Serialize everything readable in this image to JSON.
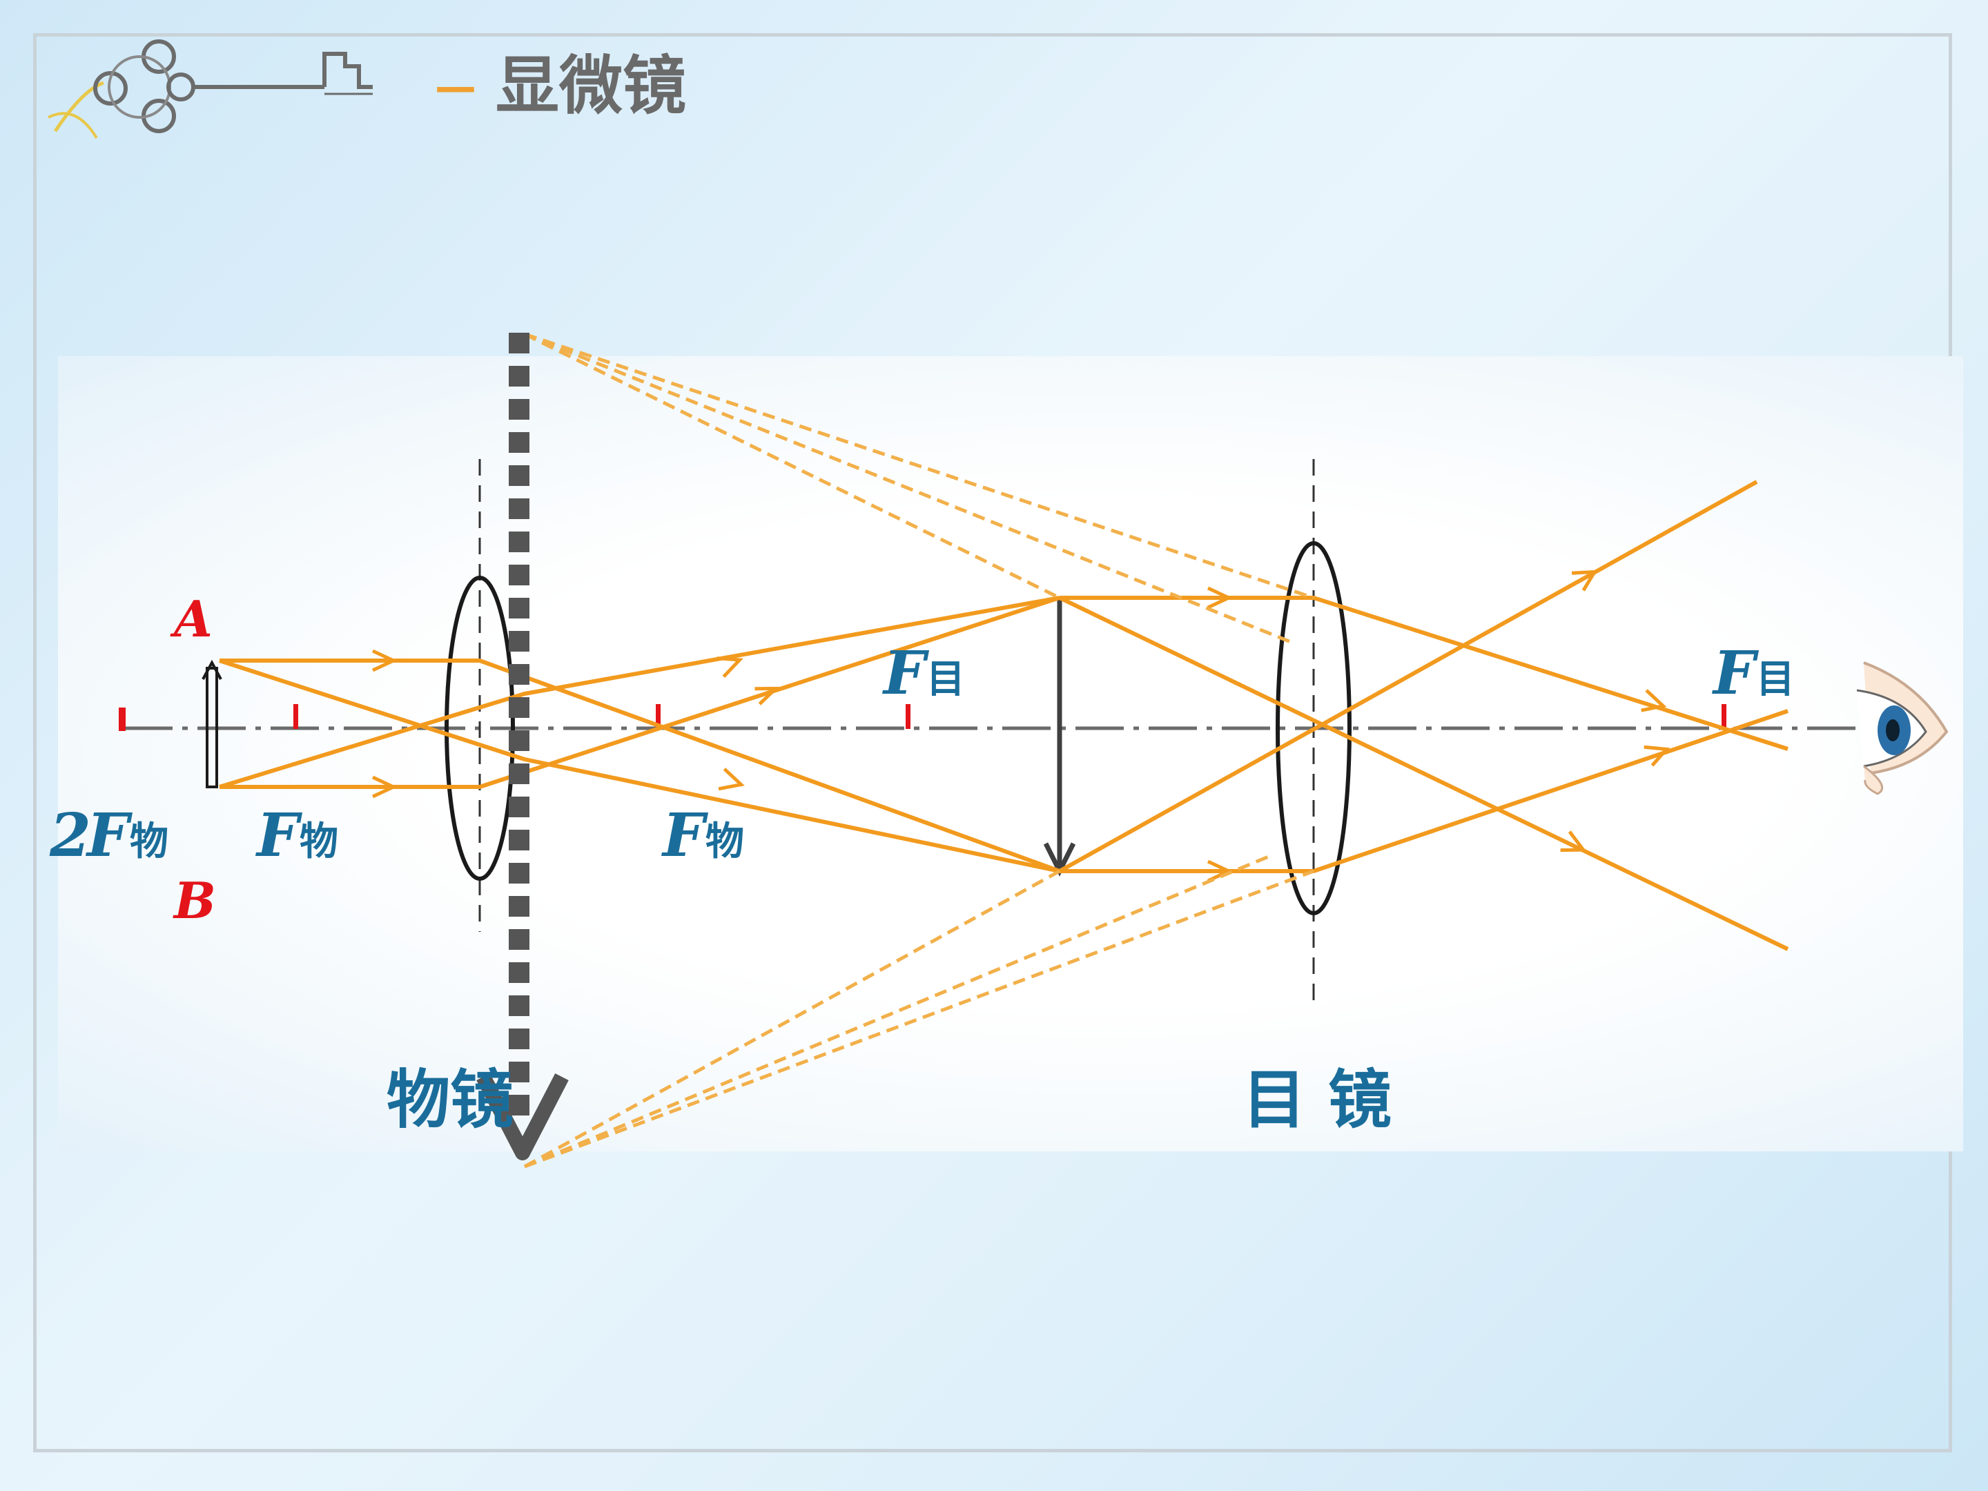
{
  "header": {
    "dash": "—",
    "title": "显微镜"
  },
  "labels": {
    "point_a": "A",
    "point_b": "B",
    "two_f_obj_prefix": "2",
    "f_letter": "F",
    "obj_sub": "物",
    "eye_sub": "目",
    "objective_lens": "物镜",
    "eyepiece_lens": "目 镜"
  },
  "colors": {
    "ray": "#f29a1e",
    "ray_dashed": "#f2b04a",
    "label_blue": "#1a6d9a",
    "label_red": "#e3141a",
    "focal_mark": "#e3141a",
    "axis": "#6b6b6b",
    "arrow_dark": "#3f3f3f",
    "title_gray": "#6a6a6a",
    "dash_orange": "#f0a030"
  },
  "icons": {
    "decor": "key-icon",
    "viewer": "eye-icon",
    "pointer": "down-arrow-icon"
  }
}
